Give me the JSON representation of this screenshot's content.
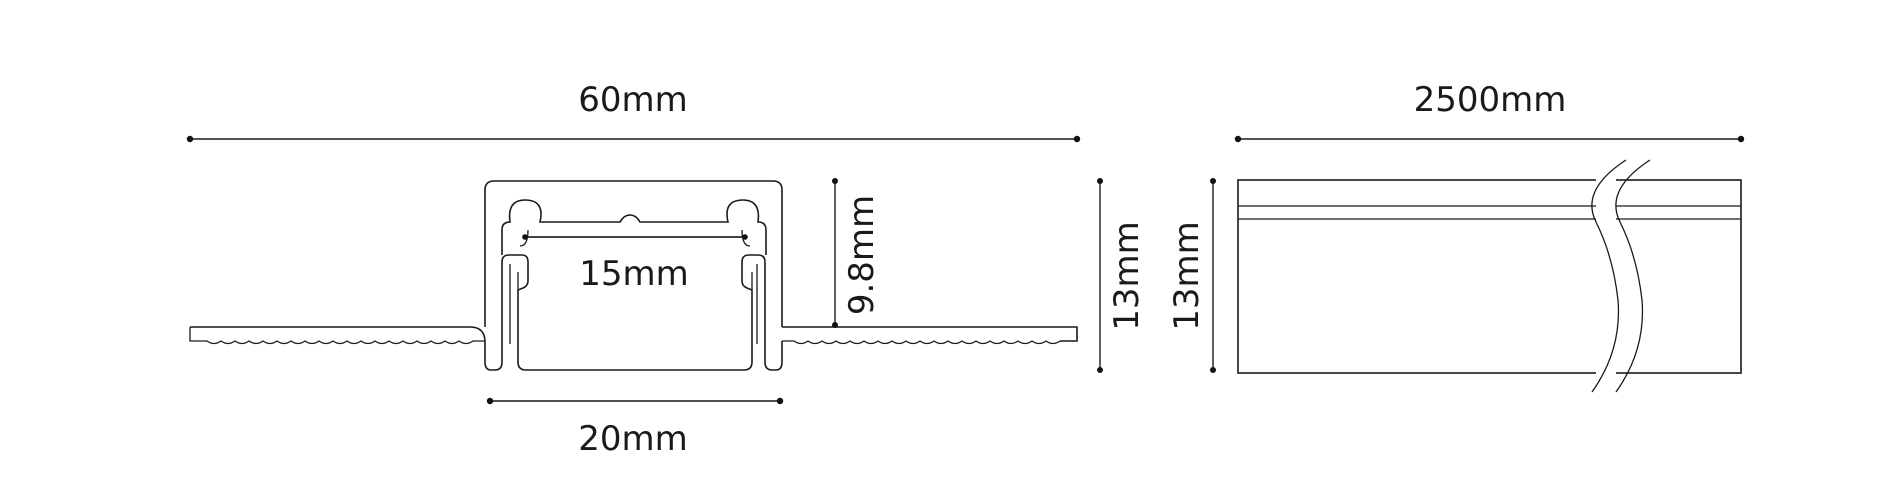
{
  "dimensions": {
    "total_width": "60mm",
    "channel_inner": "15mm",
    "channel_outer": "20mm",
    "inner_depth": "9.8mm",
    "profile_height": "13mm",
    "length": "2500mm",
    "side_height": "13mm"
  },
  "colors": {
    "line": "#1a1a1a",
    "background": "#ffffff"
  }
}
